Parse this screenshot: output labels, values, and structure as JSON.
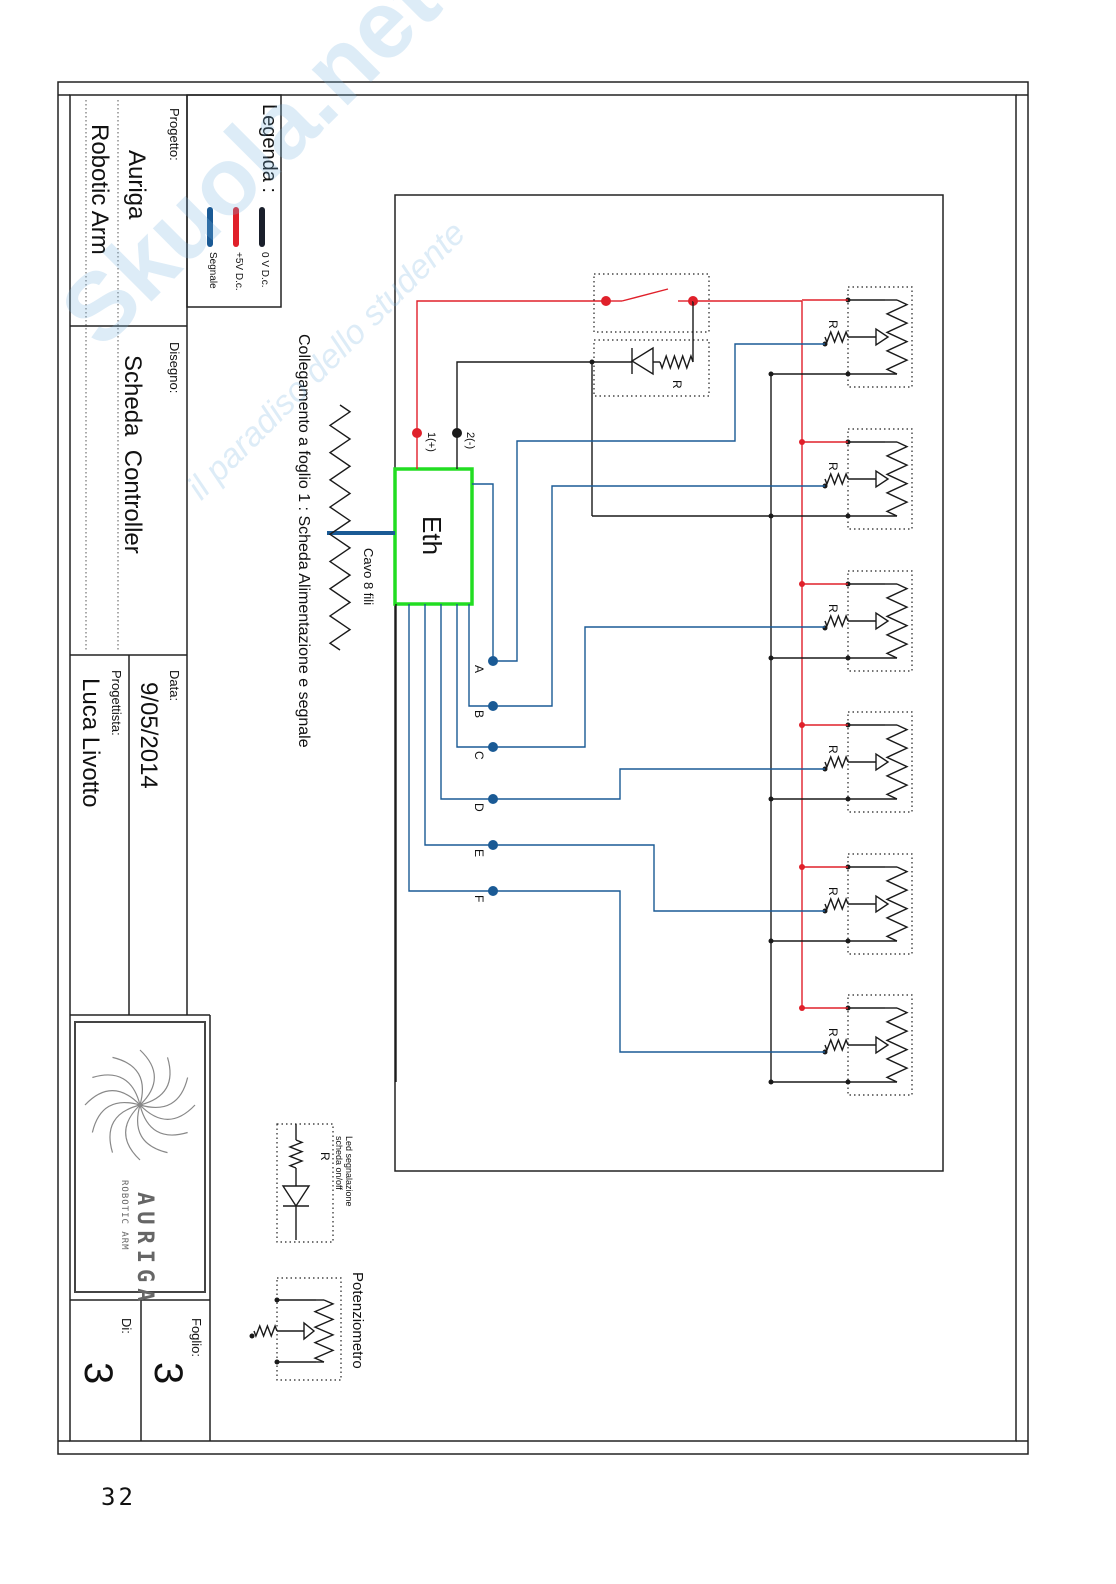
{
  "title_block": {
    "legend_title": "Legenda :",
    "legend_items": [
      {
        "label": "0 V D.c.",
        "color": "#1a1f2b"
      },
      {
        "label": "+5V D.c.",
        "color": "#e0202a"
      },
      {
        "label": "Segnale",
        "color": "#1a5a95"
      }
    ],
    "project_label": "Progetto:",
    "project_value_1": "Auriga",
    "project_value_2": "Robotic Arm",
    "drawing_label": "Disegno:",
    "drawing_value": "Scheda  Controller",
    "date_label": "Data:",
    "date_value": "9/05/2014",
    "designer_label": "Progettista:",
    "designer_value": "Luca Livotto",
    "logo_text": "AURIGA",
    "logo_subtext": "ROBOTIC ARM",
    "sheet_label": "Foglio:",
    "sheet_value": "3",
    "of_label": "Di:",
    "of_value": "3"
  },
  "schematic": {
    "eth_label": "Eth",
    "pin_plus": "1(+)",
    "pin_minus": "2(-)",
    "cable_label": "Cavo 8 fili",
    "link_label": "Collegamento a foglio 1 : Scheda Alimentazione e segnale",
    "signal_pins": [
      "A",
      "B",
      "C",
      "D",
      "E",
      "F"
    ],
    "resistor_label": "R",
    "pot_count": 6
  },
  "symbols_legend": {
    "led_label_1": "Led segnalazione",
    "led_label_2": "scheda on/off",
    "led_resistor": "R",
    "pot_label": "Potenziometro"
  },
  "colors": {
    "ground": "#1a1a1a",
    "power": "#e0202a",
    "signal": "#1a5a95",
    "eth_border": "#22dd22"
  },
  "watermark": {
    "text_1": "Skuola.net",
    "text_2": "il paradiso dello studente"
  },
  "page_number": "32"
}
